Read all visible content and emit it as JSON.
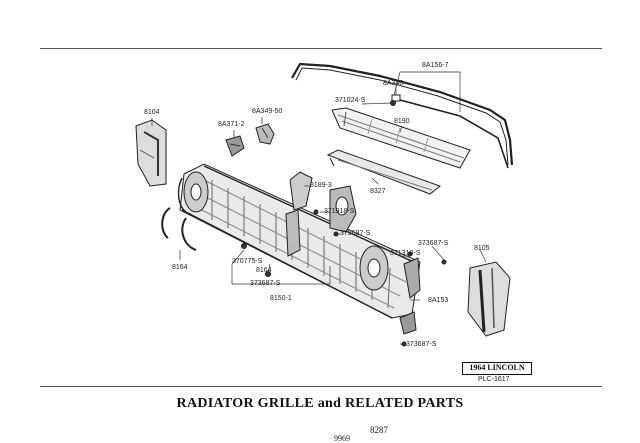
{
  "title": "RADIATOR GRILLE and RELATED PARTS",
  "badge": "1964 LINCOLN",
  "plate_code": "PLC-1617",
  "footer": {
    "page_number": "8287",
    "partial_number": "9969"
  },
  "part_labels": {
    "p8A156_7": "8A156-7",
    "p8A340": "8A340",
    "p371024": "371024-S",
    "p8190": "8190",
    "p8104": "8104",
    "p8A349_50": "8A349-50",
    "p8A371_2": "8A371-2",
    "p8327": "8327",
    "p8189_3": "8189-3",
    "p371918": "371918-S",
    "p373687_a": "373687-S",
    "p373687_b": "373687-S",
    "p371318": "371318-S",
    "p8105": "8105",
    "p8164_left": "8164",
    "p370775": "370775-S",
    "p8164_mid": "8164",
    "p373687_c": "373687-S",
    "p8150_1": "8150-1",
    "p8A153": "8A153",
    "p373687_d": "373687-S"
  }
}
